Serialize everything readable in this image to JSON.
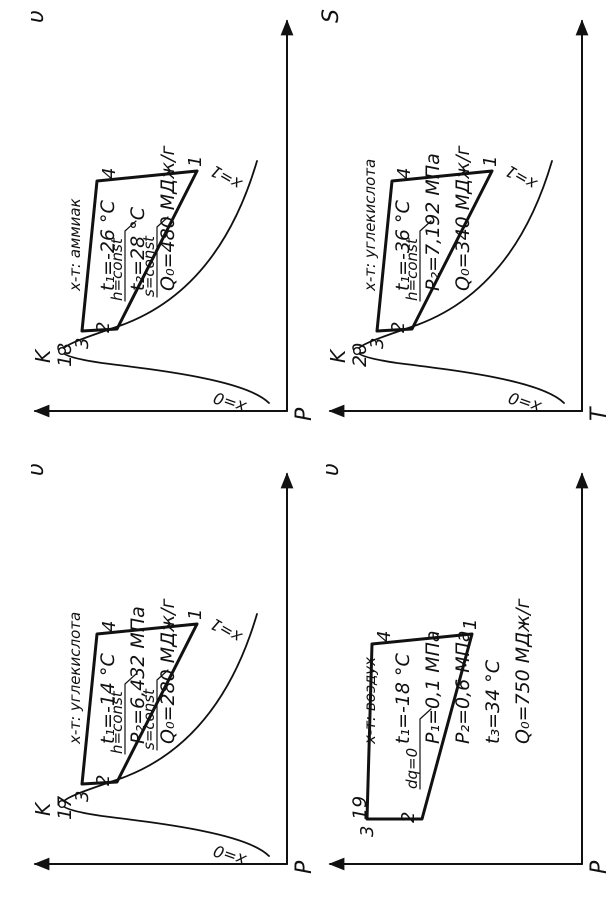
{
  "panels": [
    {
      "number": "17",
      "axes": {
        "y": "P",
        "x": "υ"
      },
      "points": {
        "k": "K",
        "p1": "1",
        "p2": "2",
        "p3": "3",
        "p4": "4"
      },
      "curves": {
        "x0": "x=0",
        "x1": "x=1"
      },
      "process_labels": [
        "h=const",
        "s=const"
      ],
      "params": [
        "x-т: углекислота",
        "t₁=-14 °С",
        "P₂=6,432 МПа",
        "Q₀=280 МДж/г"
      ]
    },
    {
      "number": "18",
      "axes": {
        "y": "P",
        "x": "υ"
      },
      "points": {
        "k": "K",
        "p1": "1",
        "p2": "2",
        "p3": "3",
        "p4": "4"
      },
      "curves": {
        "x0": "x=0",
        "x1": "x=1"
      },
      "process_labels": [
        "h=const",
        "s=const"
      ],
      "params": [
        "x-т: аммиак",
        "t₁=-26 °С",
        "t₂=28 °С",
        "Q₀=480 МДж/г"
      ]
    },
    {
      "number": "19",
      "axes": {
        "y": "P",
        "x": "υ"
      },
      "points": {
        "p1": "1",
        "p2": "2",
        "p3": "3",
        "p4": "4"
      },
      "process_labels": [
        "dq=0"
      ],
      "params": [
        "x-т: воздух",
        "t₁=-18 °С",
        "P₁=0,1 МПа",
        "P₂=0,6 МПа",
        "t₃=34 °С",
        "Q₀=750 МДж/г"
      ]
    },
    {
      "number": "20",
      "axes": {
        "y": "T",
        "x": "S"
      },
      "points": {
        "k": "K",
        "p1": "1",
        "p2": "2",
        "p3": "3",
        "p4": "4"
      },
      "curves": {
        "x0": "x=0",
        "x1": "x=1"
      },
      "process_labels": [
        "h=const"
      ],
      "params": [
        "x-т: углекислота",
        "t₁=-36 °С",
        "P₂=7,192 МПа",
        "Q₀=340 МДж/г"
      ]
    }
  ]
}
